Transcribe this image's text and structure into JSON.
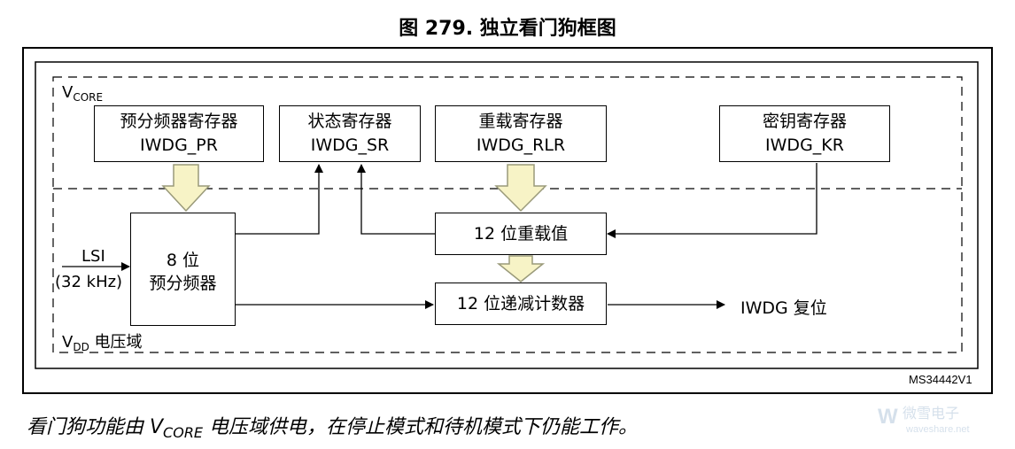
{
  "figure_title": "图 279. 独立看门狗框图",
  "vcore_label": {
    "main": "V",
    "sub": "CORE"
  },
  "vdd_label": {
    "main": "V",
    "sub": "DD",
    "suffix": " 电压域"
  },
  "registers": {
    "pr": {
      "line1": "预分频器寄存器",
      "line2": "IWDG_PR"
    },
    "sr": {
      "line1": "状态寄存器",
      "line2": "IWDG_SR"
    },
    "rlr": {
      "line1": "重载寄存器",
      "line2": "IWDG_RLR"
    },
    "kr": {
      "line1": "密钥寄存器",
      "line2": "IWDG_KR"
    }
  },
  "prescaler": {
    "line1": "8 位",
    "line2": "预分频器"
  },
  "reload_value": "12 位重载值",
  "down_counter": "12 位递减计数器",
  "lsi": {
    "line1": "LSI",
    "line2": "(32 kHz)"
  },
  "reset_output": "IWDG 复位",
  "figure_id": "MS34442V1",
  "caption": {
    "before": "看门狗功能由 V",
    "sub": "CORE",
    "after": " 电压域供电，在停止模式和待机模式下仍能工作。"
  },
  "watermark": {
    "cn": "微雪电子",
    "en": "waveshare.net"
  },
  "colors": {
    "block_arrow_fill": "#f7f3c6",
    "block_arrow_stroke": "#9a9a7a",
    "frame": "#000000",
    "dashed": "#000000"
  }
}
